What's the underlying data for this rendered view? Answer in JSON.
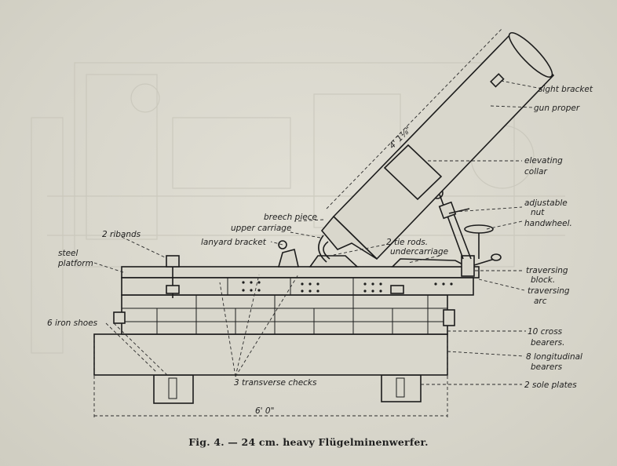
{
  "caption": "Fig. 4. — 24 cm. heavy Flügelminenwerfer.",
  "labels": {
    "sight_bracket": "sight bracket",
    "gun_proper": "gun proper",
    "elevating": "elevating",
    "collar": "collar",
    "adjustable": "adjustable",
    "nut": "nut",
    "handwheel": "handwheel.",
    "breech_piece": "breech piece",
    "upper_carriage": "upper carriage",
    "lanyard_bracket": "lanyard bracket",
    "two_ribands": "2 ribands",
    "steel": "steel",
    "platform": "platform",
    "tie_rods": "2 tie rods.",
    "undercarriage": "undercarriage",
    "traversing": "traversing",
    "block": "block.",
    "traversing2": "traversing",
    "arc": "arc",
    "iron_shoes": "6 iron shoes",
    "cross_bearers_1": "10 cross",
    "cross_bearers_2": "bearers.",
    "longitudinal_1": "8 longitudinal",
    "longitudinal_2": "bearers",
    "transverse_checks": "3 transverse checks",
    "sole_plates": "2 sole plates",
    "length_dim": "4' 1⅛\"",
    "width_dim": "6' 0\""
  }
}
